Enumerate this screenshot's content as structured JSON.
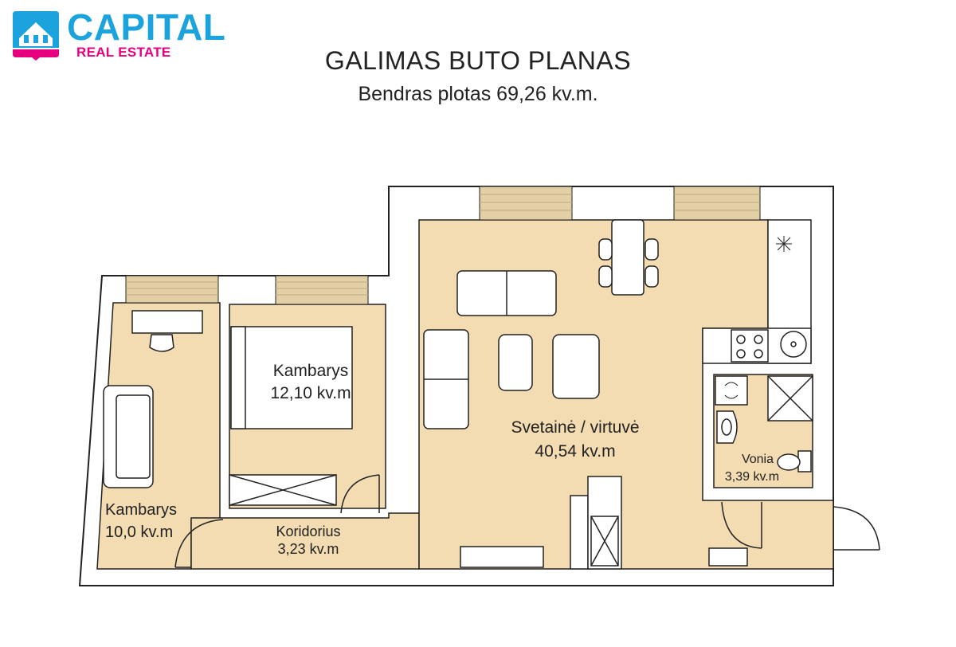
{
  "brand": {
    "name": "CAPITAL",
    "tagline": "REAL ESTATE",
    "colors": {
      "blue": "#1aa3dd",
      "pink": "#e6007e"
    }
  },
  "header": {
    "title": "GALIMAS BUTO PLANAS",
    "subtitle": "Bendras plotas 69,26 kv.m."
  },
  "rooms": {
    "bedroom_large": {
      "name": "Kambarys",
      "area": "12,10 kv.m"
    },
    "bedroom_small": {
      "name": "Kambarys",
      "area": "10,0 kv.m"
    },
    "corridor": {
      "name": "Koridorius",
      "area": "3,23 kv.m"
    },
    "living_kitchen": {
      "name": "Svetainė / virtuvė",
      "area": "40,54 kv.m"
    },
    "bathroom": {
      "name": "Vonia",
      "area": "3,39 kv.m"
    }
  },
  "colors": {
    "floor": "#f3dcb2",
    "wall": "#ffffff",
    "wall_stroke": "#222222",
    "window": "#e3cfa5"
  }
}
